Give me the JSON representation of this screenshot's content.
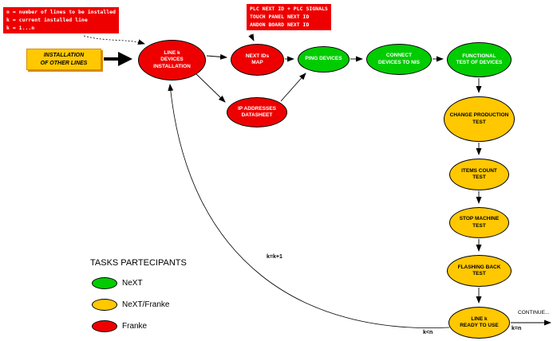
{
  "colors": {
    "franke_red": "#ee0000",
    "next_green": "#00cc00",
    "shared_yellow": "#ffc800",
    "start_box_border": "#d98a00"
  },
  "notes": {
    "vars": "n = number of lines to be installed\nk = current installed line\nk = 1...n",
    "plc": "PLC NEXT ID + PLC SIGNALS\nTOUCH PANEL NEXT ID\nANDON BOARD NEXT ID"
  },
  "nodes": {
    "other_lines": "INSTALLATION\nOF OTHER LINES",
    "line_k_install": "LINE k\nDEVICES\nINSTALLATION",
    "next_ids_map": "NEXT IDs\nMAP",
    "ip_datasheet": "IP ADDRESSES\nDATASHEET",
    "ping": "PING DEVICES",
    "connect_nis": "CONNECT\nDEVICES TO NIS",
    "functional_test": "FUNCTIONAL\nTEST OF DEVICES",
    "change_production": "CHANGE PRODUCTION\nTEST",
    "items_count": "ITEMS COUNT\nTEST",
    "stop_machine": "STOP MACHINE\nTEST",
    "flashing_back": "FLASHING BACK\nTEST",
    "ready": "LINE k\nREADY TO USE"
  },
  "edge_labels": {
    "increment": "k=k+1",
    "loop": "k<n",
    "done": "k=n",
    "continue": "CONTINUE..."
  },
  "legend": {
    "title": "TASKS PARTECIPANTS",
    "items": [
      {
        "label": "NeXT",
        "color": "#00cc00"
      },
      {
        "label": "NeXT/Franke",
        "color": "#ffc800"
      },
      {
        "label": "Franke",
        "color": "#ee0000"
      }
    ]
  }
}
